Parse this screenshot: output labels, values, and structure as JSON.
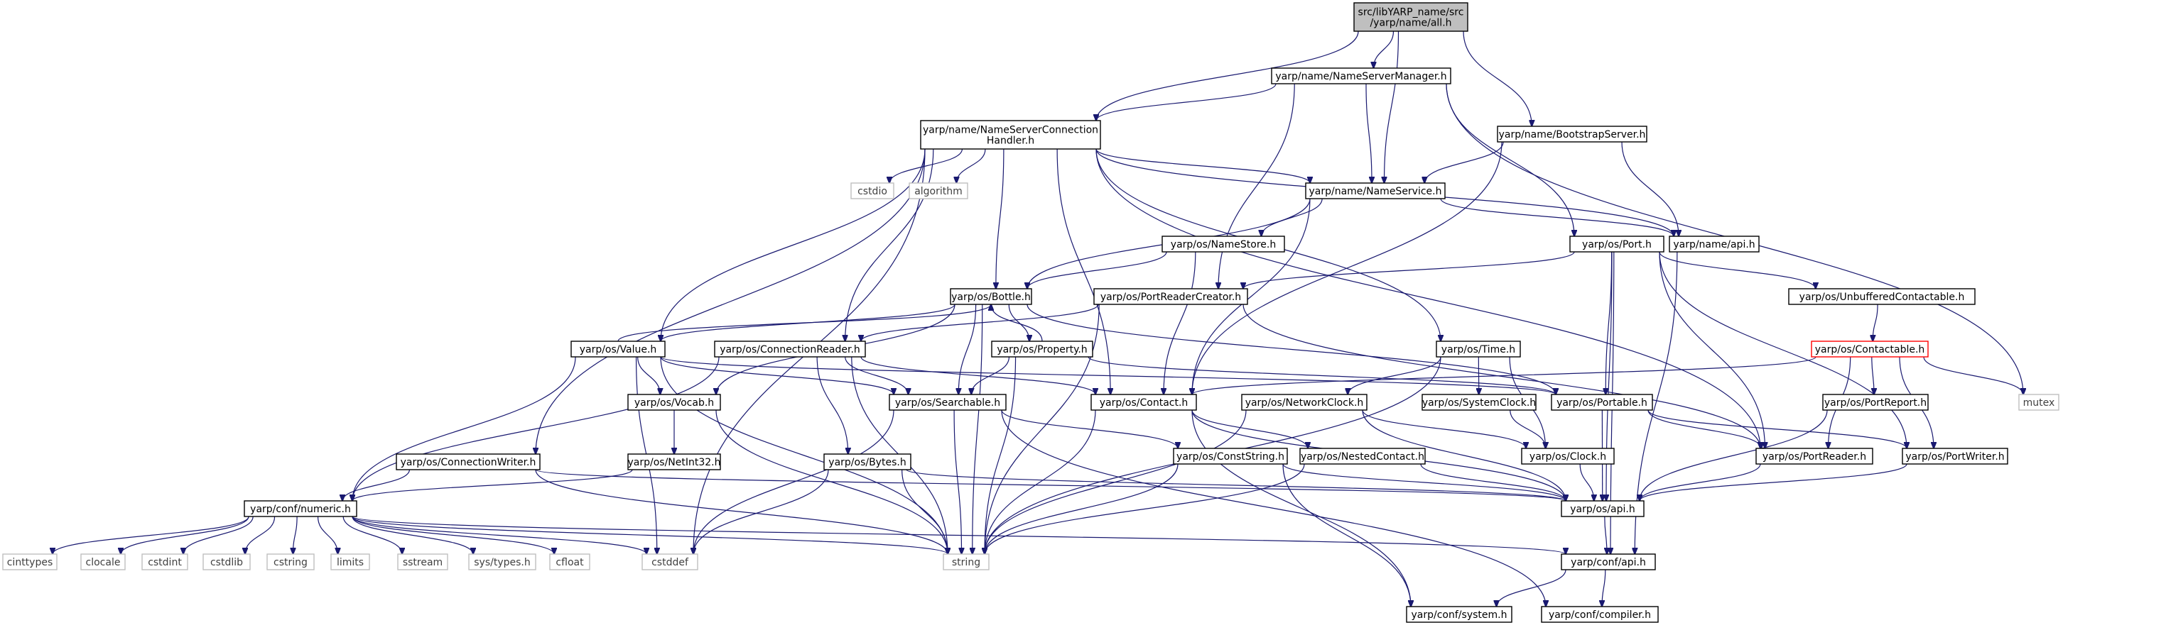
{
  "diagram": {
    "colors": {
      "edge": "#191970",
      "root_fill": "#bfbfbf",
      "node_stroke": "#000000",
      "external_stroke": "#bfbfbf",
      "external_text": "#404040",
      "highlight_stroke": "#ff0000",
      "node_fill": "#ffffff"
    },
    "nodes": [
      {
        "id": "root",
        "label": "src/libYARP_name/src\n/yarp/name/all.h",
        "kind": "root"
      },
      {
        "id": "nsm",
        "label": "yarp/name/NameServerManager.h",
        "kind": "normal"
      },
      {
        "id": "nsch",
        "label": "yarp/name/NameServerConnection\nHandler.h",
        "kind": "normal"
      },
      {
        "id": "bss",
        "label": "yarp/name/BootstrapServer.h",
        "kind": "normal"
      },
      {
        "id": "cstdio",
        "label": "cstdio",
        "kind": "external"
      },
      {
        "id": "algorithm",
        "label": "algorithm",
        "kind": "external"
      },
      {
        "id": "nservice",
        "label": "yarp/name/NameService.h",
        "kind": "normal"
      },
      {
        "id": "nameapi",
        "label": "yarp/name/api.h",
        "kind": "normal"
      },
      {
        "id": "port",
        "label": "yarp/os/Port.h",
        "kind": "normal"
      },
      {
        "id": "nstore",
        "label": "yarp/os/NameStore.h",
        "kind": "normal"
      },
      {
        "id": "bottle",
        "label": "yarp/os/Bottle.h",
        "kind": "normal"
      },
      {
        "id": "prc",
        "label": "yarp/os/PortReaderCreator.h",
        "kind": "normal"
      },
      {
        "id": "uc",
        "label": "yarp/os/UnbufferedContactable.h",
        "kind": "normal"
      },
      {
        "id": "value",
        "label": "yarp/os/Value.h",
        "kind": "normal"
      },
      {
        "id": "connreader",
        "label": "yarp/os/ConnectionReader.h",
        "kind": "normal"
      },
      {
        "id": "property",
        "label": "yarp/os/Property.h",
        "kind": "normal"
      },
      {
        "id": "time",
        "label": "yarp/os/Time.h",
        "kind": "normal"
      },
      {
        "id": "contactable",
        "label": "yarp/os/Contactable.h",
        "kind": "highlight"
      },
      {
        "id": "vocab",
        "label": "yarp/os/Vocab.h",
        "kind": "normal"
      },
      {
        "id": "searchable",
        "label": "yarp/os/Searchable.h",
        "kind": "normal"
      },
      {
        "id": "contact",
        "label": "yarp/os/Contact.h",
        "kind": "normal"
      },
      {
        "id": "netclock",
        "label": "yarp/os/NetworkClock.h",
        "kind": "normal"
      },
      {
        "id": "sysclock",
        "label": "yarp/os/SystemClock.h",
        "kind": "normal"
      },
      {
        "id": "portable",
        "label": "yarp/os/Portable.h",
        "kind": "normal"
      },
      {
        "id": "portreport",
        "label": "yarp/os/PortReport.h",
        "kind": "normal"
      },
      {
        "id": "mutex",
        "label": "mutex",
        "kind": "external"
      },
      {
        "id": "connwriter",
        "label": "yarp/os/ConnectionWriter.h",
        "kind": "normal"
      },
      {
        "id": "netint32",
        "label": "yarp/os/NetInt32.h",
        "kind": "normal"
      },
      {
        "id": "bytes",
        "label": "yarp/os/Bytes.h",
        "kind": "normal"
      },
      {
        "id": "conststring",
        "label": "yarp/os/ConstString.h",
        "kind": "normal"
      },
      {
        "id": "nestedcontact",
        "label": "yarp/os/NestedContact.h",
        "kind": "normal"
      },
      {
        "id": "clock",
        "label": "yarp/os/Clock.h",
        "kind": "normal"
      },
      {
        "id": "portreader",
        "label": "yarp/os/PortReader.h",
        "kind": "normal"
      },
      {
        "id": "portwriter",
        "label": "yarp/os/PortWriter.h",
        "kind": "normal"
      },
      {
        "id": "numeric",
        "label": "yarp/conf/numeric.h",
        "kind": "normal"
      },
      {
        "id": "osapi",
        "label": "yarp/os/api.h",
        "kind": "normal"
      },
      {
        "id": "cinttypes",
        "label": "cinttypes",
        "kind": "external"
      },
      {
        "id": "clocale",
        "label": "clocale",
        "kind": "external"
      },
      {
        "id": "cstdint",
        "label": "cstdint",
        "kind": "external"
      },
      {
        "id": "cstdlib",
        "label": "cstdlib",
        "kind": "external"
      },
      {
        "id": "cstring",
        "label": "cstring",
        "kind": "external"
      },
      {
        "id": "limits",
        "label": "limits",
        "kind": "external"
      },
      {
        "id": "sstream",
        "label": "sstream",
        "kind": "external"
      },
      {
        "id": "systypes",
        "label": "sys/types.h",
        "kind": "external"
      },
      {
        "id": "cfloat",
        "label": "cfloat",
        "kind": "external"
      },
      {
        "id": "cstddef",
        "label": "cstddef",
        "kind": "external"
      },
      {
        "id": "string",
        "label": "string",
        "kind": "external"
      },
      {
        "id": "confapi",
        "label": "yarp/conf/api.h",
        "kind": "normal"
      },
      {
        "id": "confsystem",
        "label": "yarp/conf/system.h",
        "kind": "normal"
      },
      {
        "id": "confcompiler",
        "label": "yarp/conf/compiler.h",
        "kind": "normal"
      }
    ],
    "edges": [
      [
        "root",
        "nsm"
      ],
      [
        "root",
        "nsch"
      ],
      [
        "root",
        "bss"
      ],
      [
        "root",
        "nservice"
      ],
      [
        "nsm",
        "nsch"
      ],
      [
        "nsm",
        "nservice"
      ],
      [
        "nsm",
        "port"
      ],
      [
        "nsm",
        "mutex"
      ],
      [
        "nsm",
        "prc"
      ],
      [
        "bss",
        "nservice"
      ],
      [
        "bss",
        "nameapi"
      ],
      [
        "bss",
        "contact"
      ],
      [
        "nsch",
        "cstdio"
      ],
      [
        "nsch",
        "algorithm"
      ],
      [
        "nsch",
        "nservice"
      ],
      [
        "nsch",
        "nameapi"
      ],
      [
        "nsch",
        "bottle"
      ],
      [
        "nsch",
        "value"
      ],
      [
        "nsch",
        "connreader"
      ],
      [
        "nsch",
        "connwriter"
      ],
      [
        "nsch",
        "contact"
      ],
      [
        "nsch",
        "time"
      ],
      [
        "nsch",
        "portreader"
      ],
      [
        "nsch",
        "cstddef"
      ],
      [
        "nservice",
        "nameapi"
      ],
      [
        "nservice",
        "nstore"
      ],
      [
        "nservice",
        "bottle"
      ],
      [
        "nservice",
        "contact"
      ],
      [
        "nstore",
        "bottle"
      ],
      [
        "nstore",
        "contact"
      ],
      [
        "port",
        "prc"
      ],
      [
        "port",
        "uc"
      ],
      [
        "port",
        "portable"
      ],
      [
        "port",
        "portreader"
      ],
      [
        "port",
        "portwriter"
      ],
      [
        "port",
        "osapi"
      ],
      [
        "port",
        "confapi"
      ],
      [
        "uc",
        "contactable"
      ],
      [
        "prc",
        "portreader"
      ],
      [
        "prc",
        "connreader"
      ],
      [
        "prc",
        "string"
      ],
      [
        "bottle",
        "value"
      ],
      [
        "bottle",
        "property"
      ],
      [
        "bottle",
        "searchable"
      ],
      [
        "bottle",
        "vocab"
      ],
      [
        "bottle",
        "portable"
      ],
      [
        "bottle",
        "string"
      ],
      [
        "property",
        "bottle"
      ],
      [
        "property",
        "searchable"
      ],
      [
        "property",
        "portable"
      ],
      [
        "property",
        "string"
      ],
      [
        "value",
        "bottle"
      ],
      [
        "value",
        "searchable"
      ],
      [
        "value",
        "vocab"
      ],
      [
        "value",
        "numeric"
      ],
      [
        "value",
        "portable"
      ],
      [
        "value",
        "string"
      ],
      [
        "value",
        "cstddef"
      ],
      [
        "connreader",
        "searchable"
      ],
      [
        "connreader",
        "bytes"
      ],
      [
        "connreader",
        "contact"
      ],
      [
        "connreader",
        "numeric"
      ],
      [
        "connreader",
        "string"
      ],
      [
        "time",
        "netclock"
      ],
      [
        "time",
        "sysclock"
      ],
      [
        "time",
        "clock"
      ],
      [
        "time",
        "string"
      ],
      [
        "contactable",
        "contact"
      ],
      [
        "contactable",
        "portreport"
      ],
      [
        "contactable",
        "portwriter"
      ],
      [
        "contactable",
        "portreader"
      ],
      [
        "contactable",
        "mutex"
      ],
      [
        "vocab",
        "netint32"
      ],
      [
        "vocab",
        "string"
      ],
      [
        "searchable",
        "conststring"
      ],
      [
        "searchable",
        "string"
      ],
      [
        "searchable",
        "cstddef"
      ],
      [
        "contact",
        "nestedcontact"
      ],
      [
        "contact",
        "string"
      ],
      [
        "contact",
        "osapi"
      ],
      [
        "contact",
        "confsystem"
      ],
      [
        "netclock",
        "clock"
      ],
      [
        "netclock",
        "osapi"
      ],
      [
        "netclock",
        "string"
      ],
      [
        "sysclock",
        "clock"
      ],
      [
        "portable",
        "portreader"
      ],
      [
        "portable",
        "portwriter"
      ],
      [
        "portable",
        "osapi"
      ],
      [
        "portreport",
        "osapi"
      ],
      [
        "connwriter",
        "numeric"
      ],
      [
        "connwriter",
        "string"
      ],
      [
        "connwriter",
        "osapi"
      ],
      [
        "netint32",
        "numeric"
      ],
      [
        "bytes",
        "string"
      ],
      [
        "bytes",
        "cstddef"
      ],
      [
        "bytes",
        "osapi"
      ],
      [
        "conststring",
        "string"
      ],
      [
        "conststring",
        "osapi"
      ],
      [
        "conststring",
        "confsystem"
      ],
      [
        "nestedcontact",
        "string"
      ],
      [
        "nestedcontact",
        "osapi"
      ],
      [
        "clock",
        "osapi"
      ],
      [
        "portreader",
        "osapi"
      ],
      [
        "portwriter",
        "osapi"
      ],
      [
        "numeric",
        "cinttypes"
      ],
      [
        "numeric",
        "clocale"
      ],
      [
        "numeric",
        "cstdint"
      ],
      [
        "numeric",
        "cstdlib"
      ],
      [
        "numeric",
        "cstring"
      ],
      [
        "numeric",
        "limits"
      ],
      [
        "numeric",
        "sstream"
      ],
      [
        "numeric",
        "systypes"
      ],
      [
        "numeric",
        "cfloat"
      ],
      [
        "numeric",
        "cstddef"
      ],
      [
        "numeric",
        "string"
      ],
      [
        "numeric",
        "confapi"
      ],
      [
        "osapi",
        "confapi"
      ],
      [
        "confapi",
        "confsystem"
      ],
      [
        "confapi",
        "confcompiler"
      ],
      [
        "nameapi",
        "confapi"
      ],
      [
        "searchable",
        "confcompiler"
      ]
    ]
  }
}
